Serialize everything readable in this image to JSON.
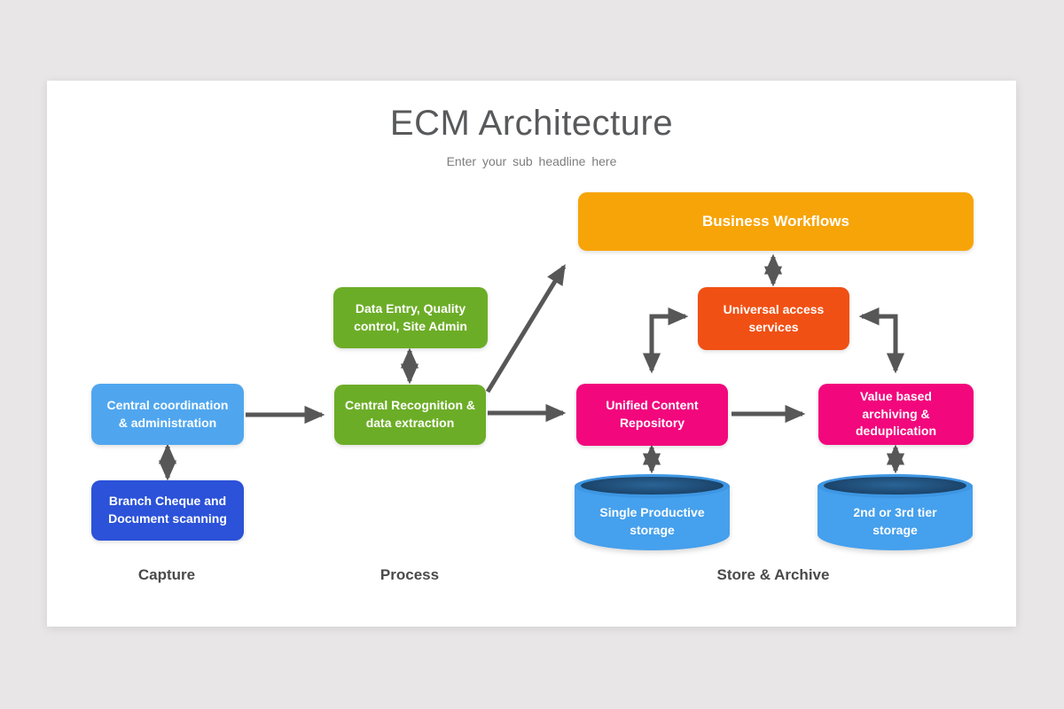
{
  "slide": {
    "title": "ECM Architecture",
    "subtitle": "Enter your sub headline here"
  },
  "nodes": {
    "business_workflows": {
      "label": "Business Workflows",
      "color": "#f7a408"
    },
    "data_entry": {
      "label": "Data Entry, Quality control, Site Admin",
      "color": "#6cad27"
    },
    "central_recognition": {
      "label": "Central Recognition & data extraction",
      "color": "#6cad27"
    },
    "central_coordination": {
      "label": "Central coordination & administration",
      "color": "#4fa6ef"
    },
    "branch_cheque": {
      "label": "Branch Cheque and Document scanning",
      "color": "#2b52d8"
    },
    "universal_access": {
      "label": "Universal access services",
      "color": "#f05014"
    },
    "unified_content": {
      "label": "Unified Content Repository",
      "color": "#f2077d"
    },
    "value_based": {
      "label": "Value based archiving & deduplication",
      "color": "#f2077d"
    },
    "single_storage": {
      "label": "Single Productive storage",
      "color": "#45a0ed"
    },
    "tier_storage": {
      "label": "2nd or 3rd tier storage",
      "color": "#45a0ed"
    }
  },
  "stages": {
    "capture": "Capture",
    "process": "Process",
    "store": "Store & Archive"
  },
  "arrow_color": "#575757",
  "background_color": "#e8e6e7"
}
